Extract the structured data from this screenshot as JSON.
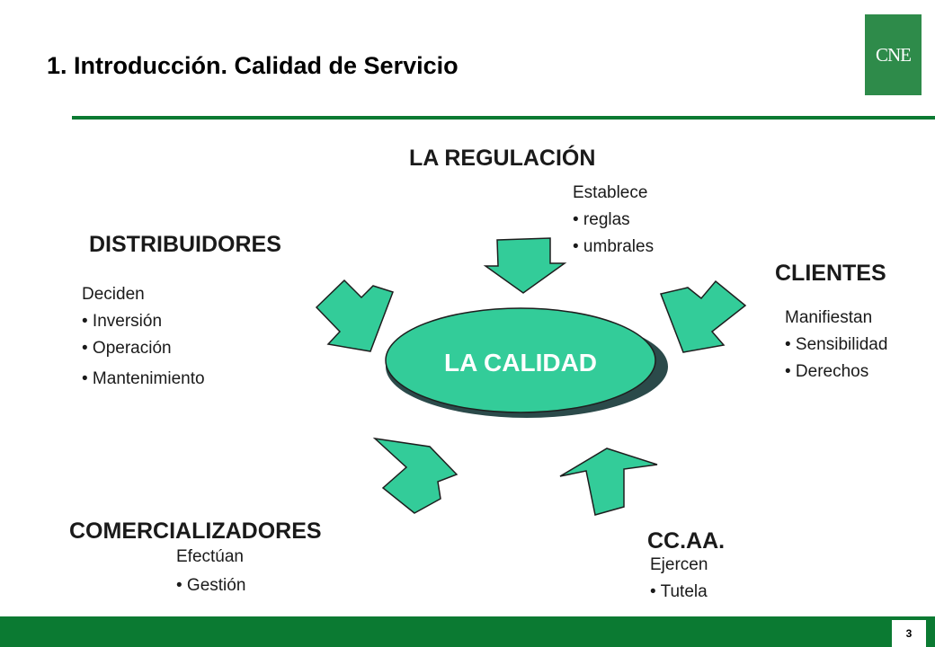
{
  "colors": {
    "brand_green": "#0b7a32",
    "logo_green": "#2e8b4a",
    "shape_fill": "#33cc99",
    "shape_stroke": "#1e1e1e",
    "shadow": "#2b4a4a"
  },
  "logo": {
    "text": "CNE"
  },
  "title": "1. Introducción. Calidad de Servicio",
  "center": {
    "label": "LA CALIDAD"
  },
  "regulacion": {
    "heading": "LA REGULACIÓN",
    "lines": [
      "Establece",
      "• reglas",
      "• umbrales"
    ]
  },
  "distribuidores": {
    "heading": "DISTRIBUIDORES",
    "lines": [
      "Deciden",
      "• Inversión",
      "• Operación",
      "• Mantenimiento"
    ]
  },
  "clientes": {
    "heading": "CLIENTES",
    "lines": [
      "Manifiestan",
      "• Sensibilidad",
      "• Derechos"
    ]
  },
  "comercializadores": {
    "heading": "COMERCIALIZADORES",
    "lines": [
      "Efectúan",
      "• Gestión"
    ]
  },
  "ccaa": {
    "heading": "CC.AA.",
    "lines": [
      "Ejercen",
      "• Tutela"
    ]
  },
  "footer": {
    "page_number": "3"
  }
}
